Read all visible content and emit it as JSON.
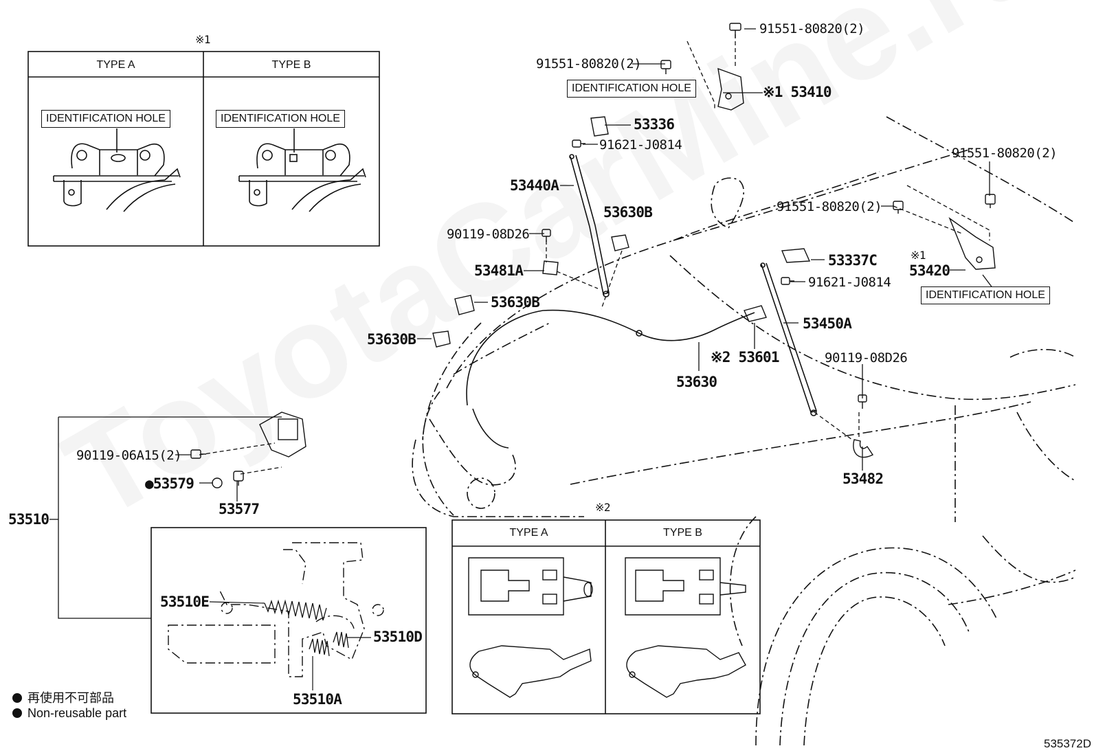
{
  "watermark": "ToyotaCarMine.ru",
  "diagram_ref": "535372D",
  "inset1": {
    "mark": "※1",
    "type_a": "TYPE A",
    "type_b": "TYPE B",
    "hole_label": "IDENTIFICATION HOLE"
  },
  "inset2": {
    "mark": "※2",
    "type_a": "TYPE A",
    "type_b": "TYPE B"
  },
  "legend": {
    "line1": "再使用不可部品",
    "line2": "Non-reusable part"
  },
  "callouts": {
    "identification_hole_upper": "IDENTIFICATION HOLE",
    "identification_hole_right": "IDENTIFICATION HOLE",
    "p91551_top": "91551-80820(2)",
    "p91551_left": "91551-80820(2)",
    "p91551_right_top": "91551-80820(2)",
    "p91551_right_mid": "91551-80820(2)",
    "p53410": "※1 53410",
    "p53336": "53336",
    "p91621_a": "91621-J0814",
    "p53440a": "53440A",
    "p53630b_a": "53630B",
    "p90119_08d26_a": "90119-08D26",
    "p53481a": "53481A",
    "p53630b_b": "53630B",
    "p53630b_c": "53630B",
    "p53337c": "53337C",
    "p91621_b": "91621-J0814",
    "p53420_mark": "※1",
    "p53420": "53420",
    "p53450a": "53450A",
    "p53601": "※2 53601",
    "p53630": "53630",
    "p90119_08d26_b": "90119-08D26",
    "p53482": "53482",
    "p90119_06a15": "90119-06A15(2)",
    "p53579": "●53579",
    "p53577": "53577",
    "p53510": "53510",
    "p53510e": "53510E",
    "p53510d": "53510D",
    "p53510a": "53510A"
  }
}
